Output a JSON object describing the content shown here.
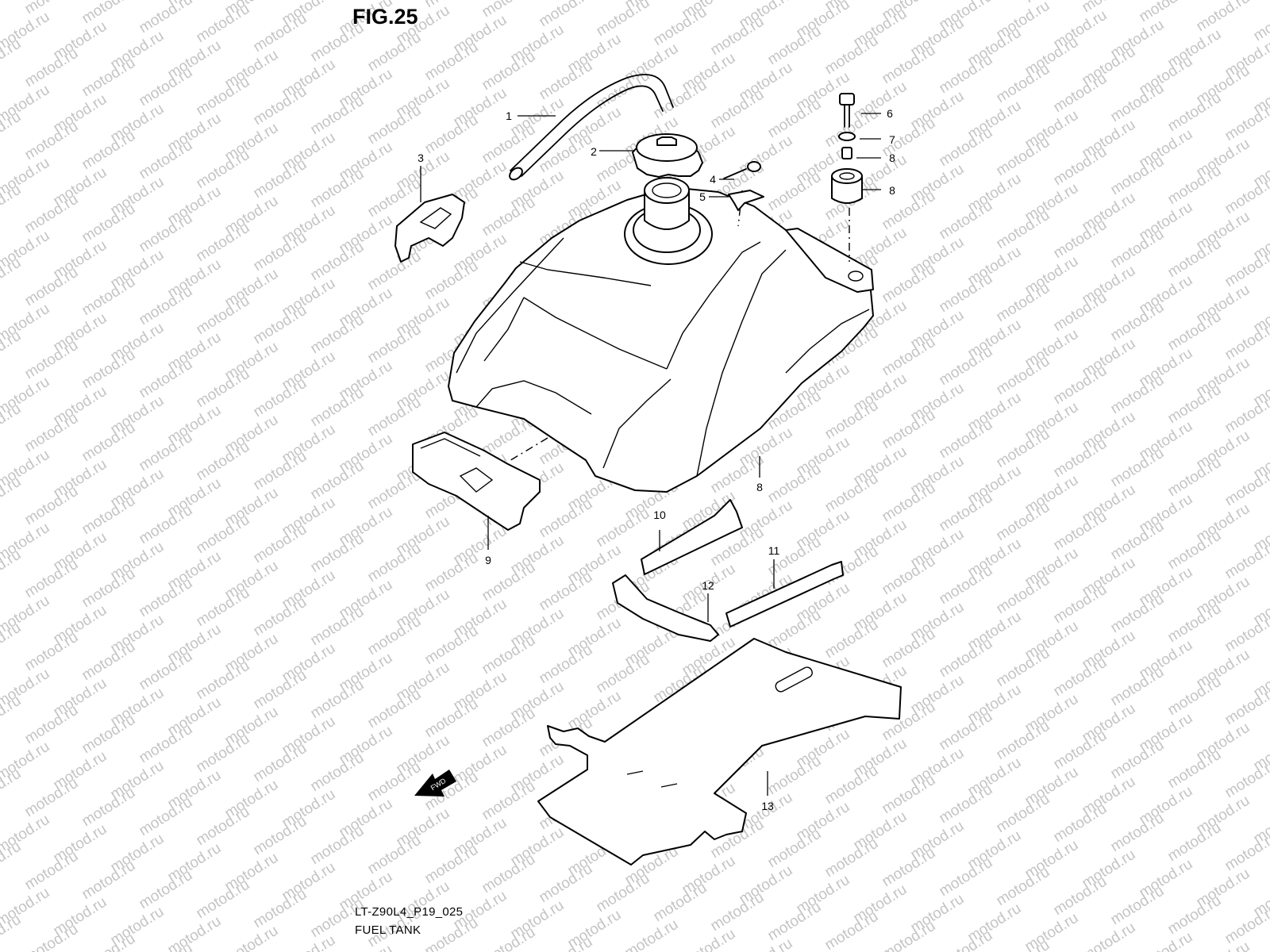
{
  "figure": {
    "title": "FIG.25"
  },
  "caption": {
    "code": "LT-Z90L4_P19_025",
    "name": "FUEL TANK"
  },
  "watermark": {
    "text": "motod.ru",
    "color": "#c4c4c4"
  },
  "fwd_arrow": {
    "label": "FWD"
  },
  "callouts": [
    "1",
    "2",
    "3",
    "4",
    "5",
    "6",
    "7",
    "8",
    "8",
    "8",
    "9",
    "10",
    "11",
    "12",
    "13"
  ]
}
